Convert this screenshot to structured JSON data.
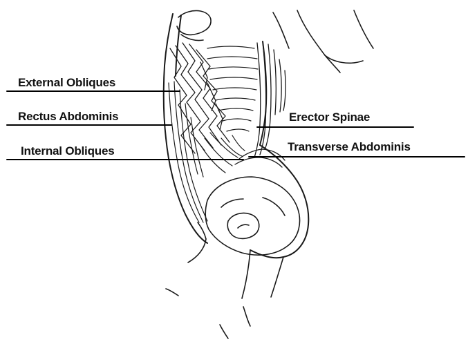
{
  "labels": {
    "external_obliques": "External Obliques",
    "rectus_abdominis": "Rectus Abdominis",
    "internal_obliques": "Internal Obliques",
    "erector_spinae": "Erector Spinae",
    "transverse_abdominis": "Transverse Abdominis"
  },
  "colors": {
    "ink": "#111111",
    "background": "#ffffff"
  }
}
